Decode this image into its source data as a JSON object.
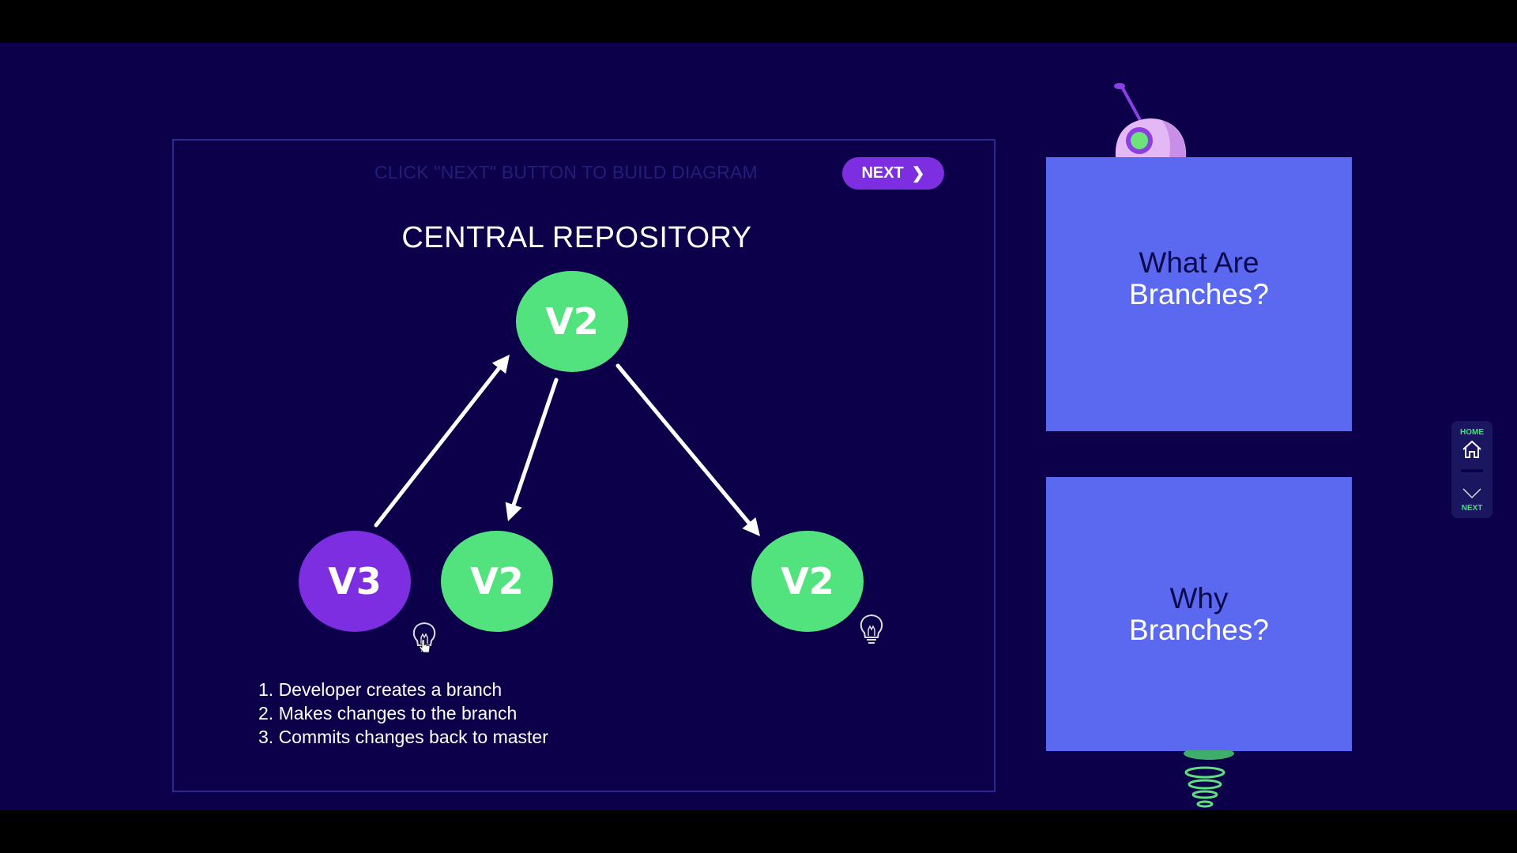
{
  "hint_text": "CLICK \"NEXT\" BUTTON TO BUILD DIAGRAM",
  "next_button": {
    "label": "NEXT",
    "icon": "chevron-right-icon"
  },
  "diagram": {
    "title": "CENTRAL REPOSITORY",
    "nodes": [
      {
        "id": "central",
        "label": "V2",
        "color": "#52e27e",
        "role": "central"
      },
      {
        "id": "branch-v3",
        "label": "V3",
        "color": "#7d2ee0",
        "role": "developer"
      },
      {
        "id": "branch-v2-mid",
        "label": "V2",
        "color": "#52e27e",
        "role": "developer"
      },
      {
        "id": "branch-v2-right",
        "label": "V2",
        "color": "#52e27e",
        "role": "developer"
      }
    ],
    "edges": [
      {
        "from": "branch-v3",
        "to": "central"
      },
      {
        "from": "central",
        "to": "branch-v2-mid"
      },
      {
        "from": "central",
        "to": "branch-v2-right"
      }
    ],
    "hint_icons": [
      "lightbulb-icon",
      "lightbulb-icon"
    ]
  },
  "steps": [
    "1. Developer creates a branch",
    "2. Makes changes to the branch",
    "3. Commits changes back to master"
  ],
  "cards": [
    {
      "line1": "What Are",
      "line2": "Branches?"
    },
    {
      "line1": "Why",
      "line2": "Branches?"
    }
  ],
  "side_nav": {
    "home_label": "HOME",
    "next_label": "NEXT"
  },
  "colors": {
    "background": "#0c004a",
    "accent_purple": "#7d2ee0",
    "accent_green": "#52e27e",
    "card_blue": "#5a69f0"
  }
}
